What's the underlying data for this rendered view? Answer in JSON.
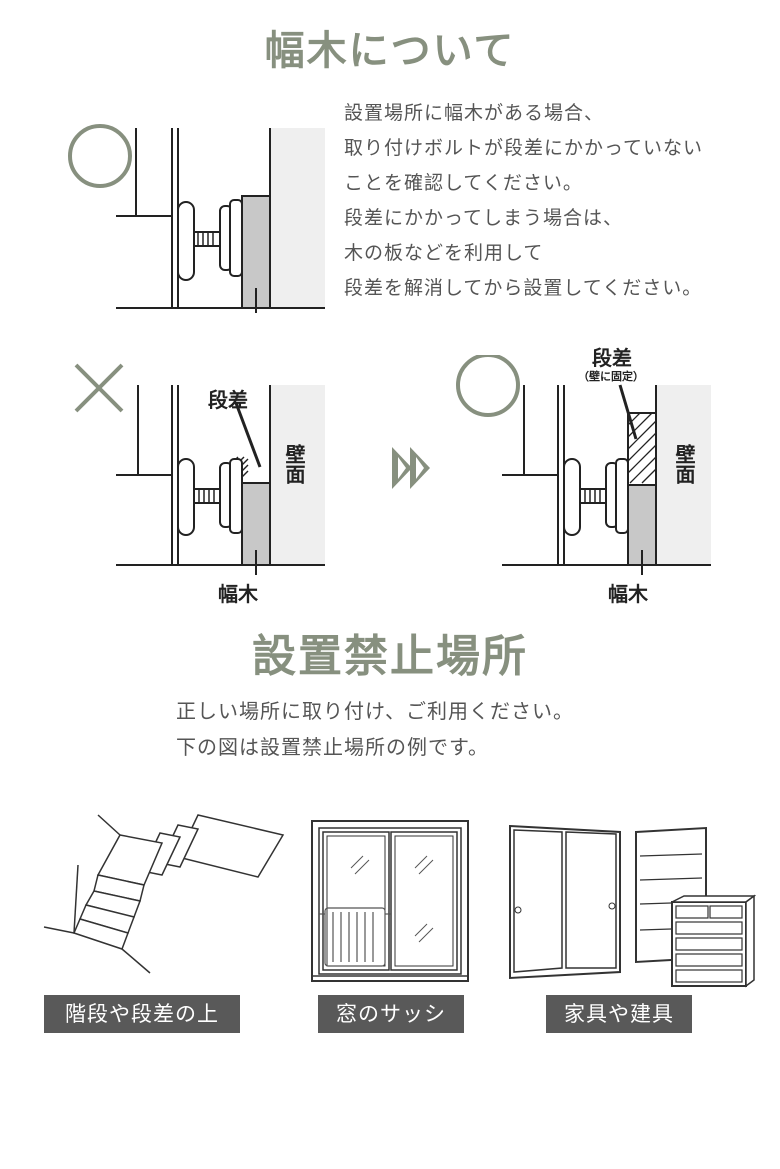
{
  "baseboard_section": {
    "title": "幅木について",
    "instructions": [
      "設置場所に幅木がある場合、",
      "取り付けボルトが段差にかかっていない",
      "ことを確認してください。",
      "段差にかかってしまう場合は、",
      "木の板などを利用して",
      "段差を解消してから設置してください。"
    ],
    "diagram_bad": {
      "step_label": "段差",
      "wall_label": "壁面",
      "baseboard_label": "幅木"
    },
    "diagram_good": {
      "step_label": "段差",
      "step_note": "（壁に固定）",
      "wall_label": "壁面",
      "baseboard_label": "幅木"
    }
  },
  "prohibited_section": {
    "title": "設置禁止場所",
    "description": [
      "正しい場所に取り付け、ご利用ください。",
      "下の図は設置禁止場所の例です。"
    ],
    "examples": [
      {
        "label": "階段や段差の上",
        "icon": "stairs-icon"
      },
      {
        "label": "窓のサッシ",
        "icon": "window-sash-icon"
      },
      {
        "label": "家具や建具",
        "icon": "furniture-icon"
      }
    ]
  },
  "colors": {
    "accent": "#87907f",
    "tag_bg": "#595959",
    "wall": "#efefef",
    "baseboard": "#c8c8c8"
  }
}
